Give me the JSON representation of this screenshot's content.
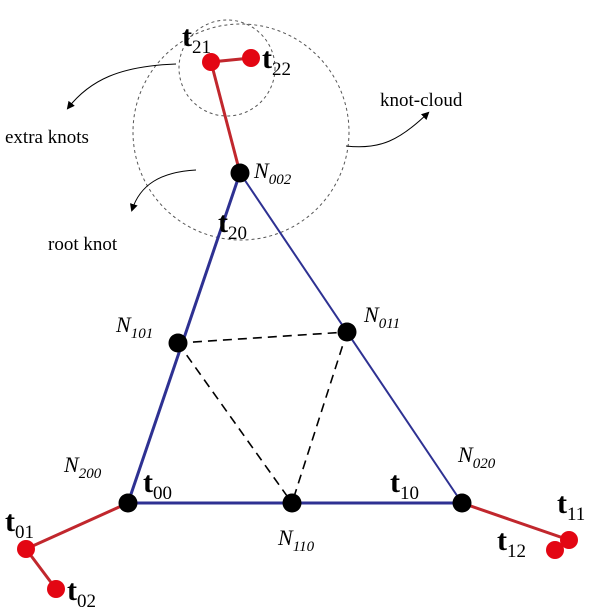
{
  "nodes": {
    "N002": {
      "base": "N",
      "sub": "002"
    },
    "N101": {
      "base": "N",
      "sub": "101"
    },
    "N011": {
      "base": "N",
      "sub": "011"
    },
    "N200": {
      "base": "N",
      "sub": "200"
    },
    "N110": {
      "base": "N",
      "sub": "110"
    },
    "N020": {
      "base": "N",
      "sub": "020"
    }
  },
  "knots": {
    "t20": {
      "base": "t",
      "sub": "20"
    },
    "t21": {
      "base": "t",
      "sub": "21"
    },
    "t22": {
      "base": "t",
      "sub": "22"
    },
    "t00": {
      "base": "t",
      "sub": "00"
    },
    "t01": {
      "base": "t",
      "sub": "01"
    },
    "t02": {
      "base": "t",
      "sub": "02"
    },
    "t10": {
      "base": "t",
      "sub": "10"
    },
    "t11": {
      "base": "t",
      "sub": "11"
    },
    "t12": {
      "base": "t",
      "sub": "12"
    }
  },
  "annotations": {
    "extra_knots": "extra knots",
    "root_knot": "root knot",
    "knot_cloud": "knot-cloud"
  },
  "colors": {
    "triangle_edge": "#2e3192",
    "knot_link": "#c1272d",
    "control_point": "#000000",
    "extra_knot": "#e30613",
    "inner_dash": "#000000",
    "cloud_outline": "#555555",
    "text": "#000000"
  }
}
